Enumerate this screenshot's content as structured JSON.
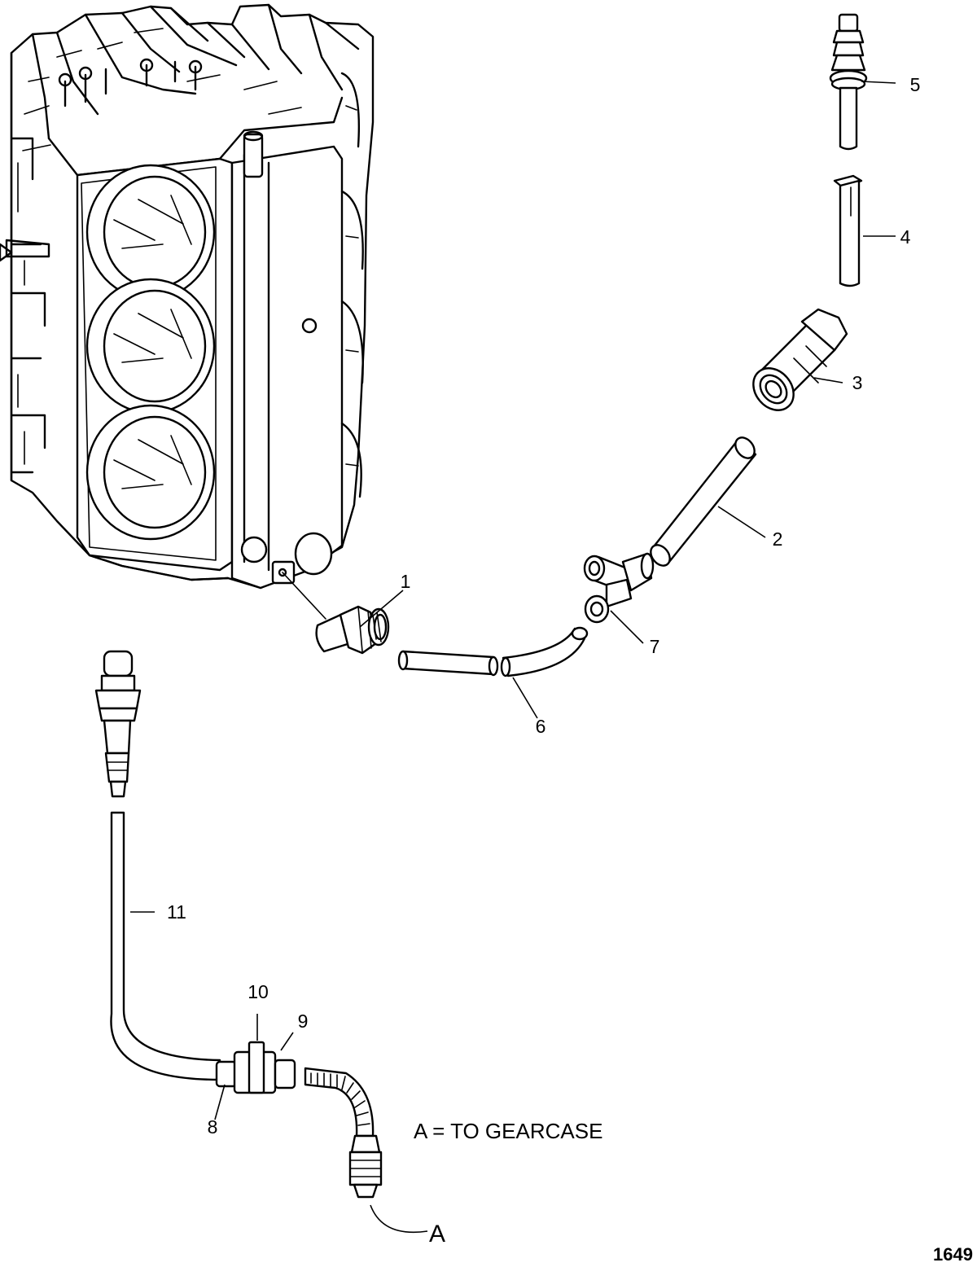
{
  "callouts": [
    {
      "id": "1",
      "label": "1"
    },
    {
      "id": "2",
      "label": "2"
    },
    {
      "id": "3",
      "label": "3"
    },
    {
      "id": "4",
      "label": "4"
    },
    {
      "id": "5",
      "label": "5"
    },
    {
      "id": "6",
      "label": "6"
    },
    {
      "id": "7",
      "label": "7"
    },
    {
      "id": "8",
      "label": "8"
    },
    {
      "id": "9",
      "label": "9"
    },
    {
      "id": "10",
      "label": "10"
    },
    {
      "id": "11",
      "label": "11"
    }
  ],
  "legend": {
    "text": "A = TO GEARCASE"
  },
  "reference_marker": {
    "label": "A"
  },
  "figure_number": "1649"
}
